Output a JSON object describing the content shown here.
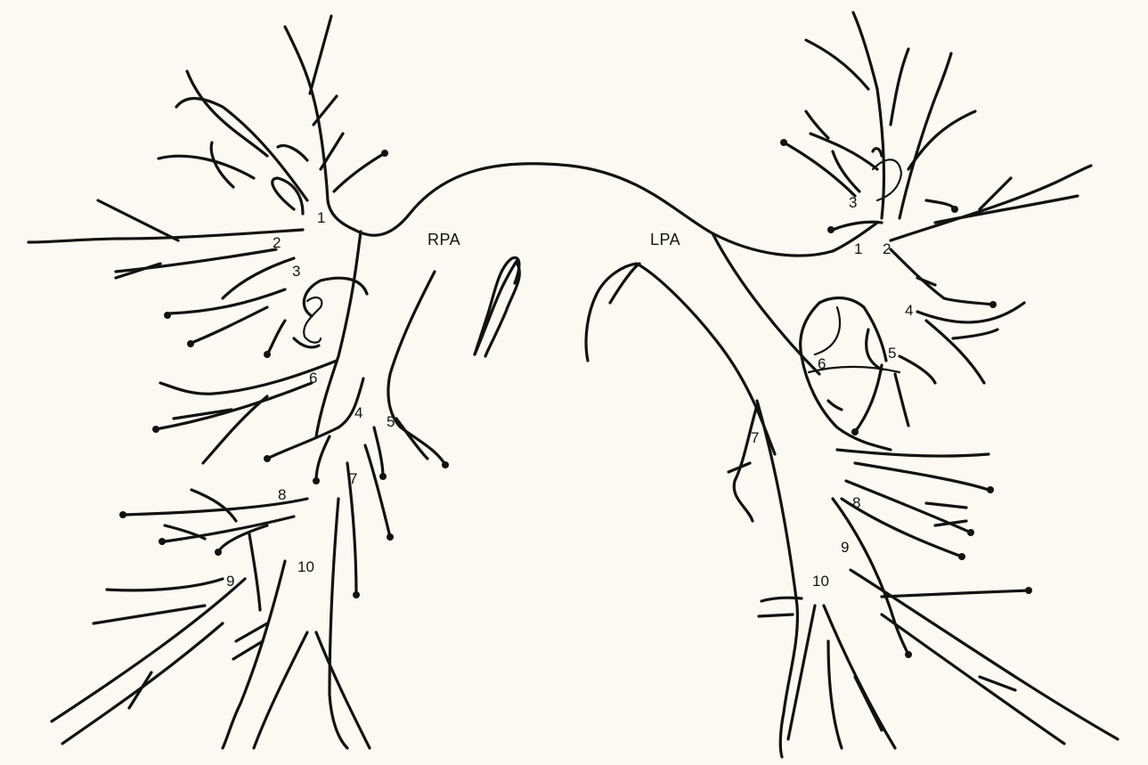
{
  "trunk_labels": {
    "right": "RPA",
    "left": "LPA"
  },
  "right_segments": [
    "1",
    "2",
    "3",
    "4",
    "5",
    "6",
    "7",
    "8",
    "9",
    "10"
  ],
  "left_segments": [
    "1",
    "2",
    "3",
    "4",
    "5",
    "6",
    "7",
    "8",
    "9",
    "10"
  ]
}
